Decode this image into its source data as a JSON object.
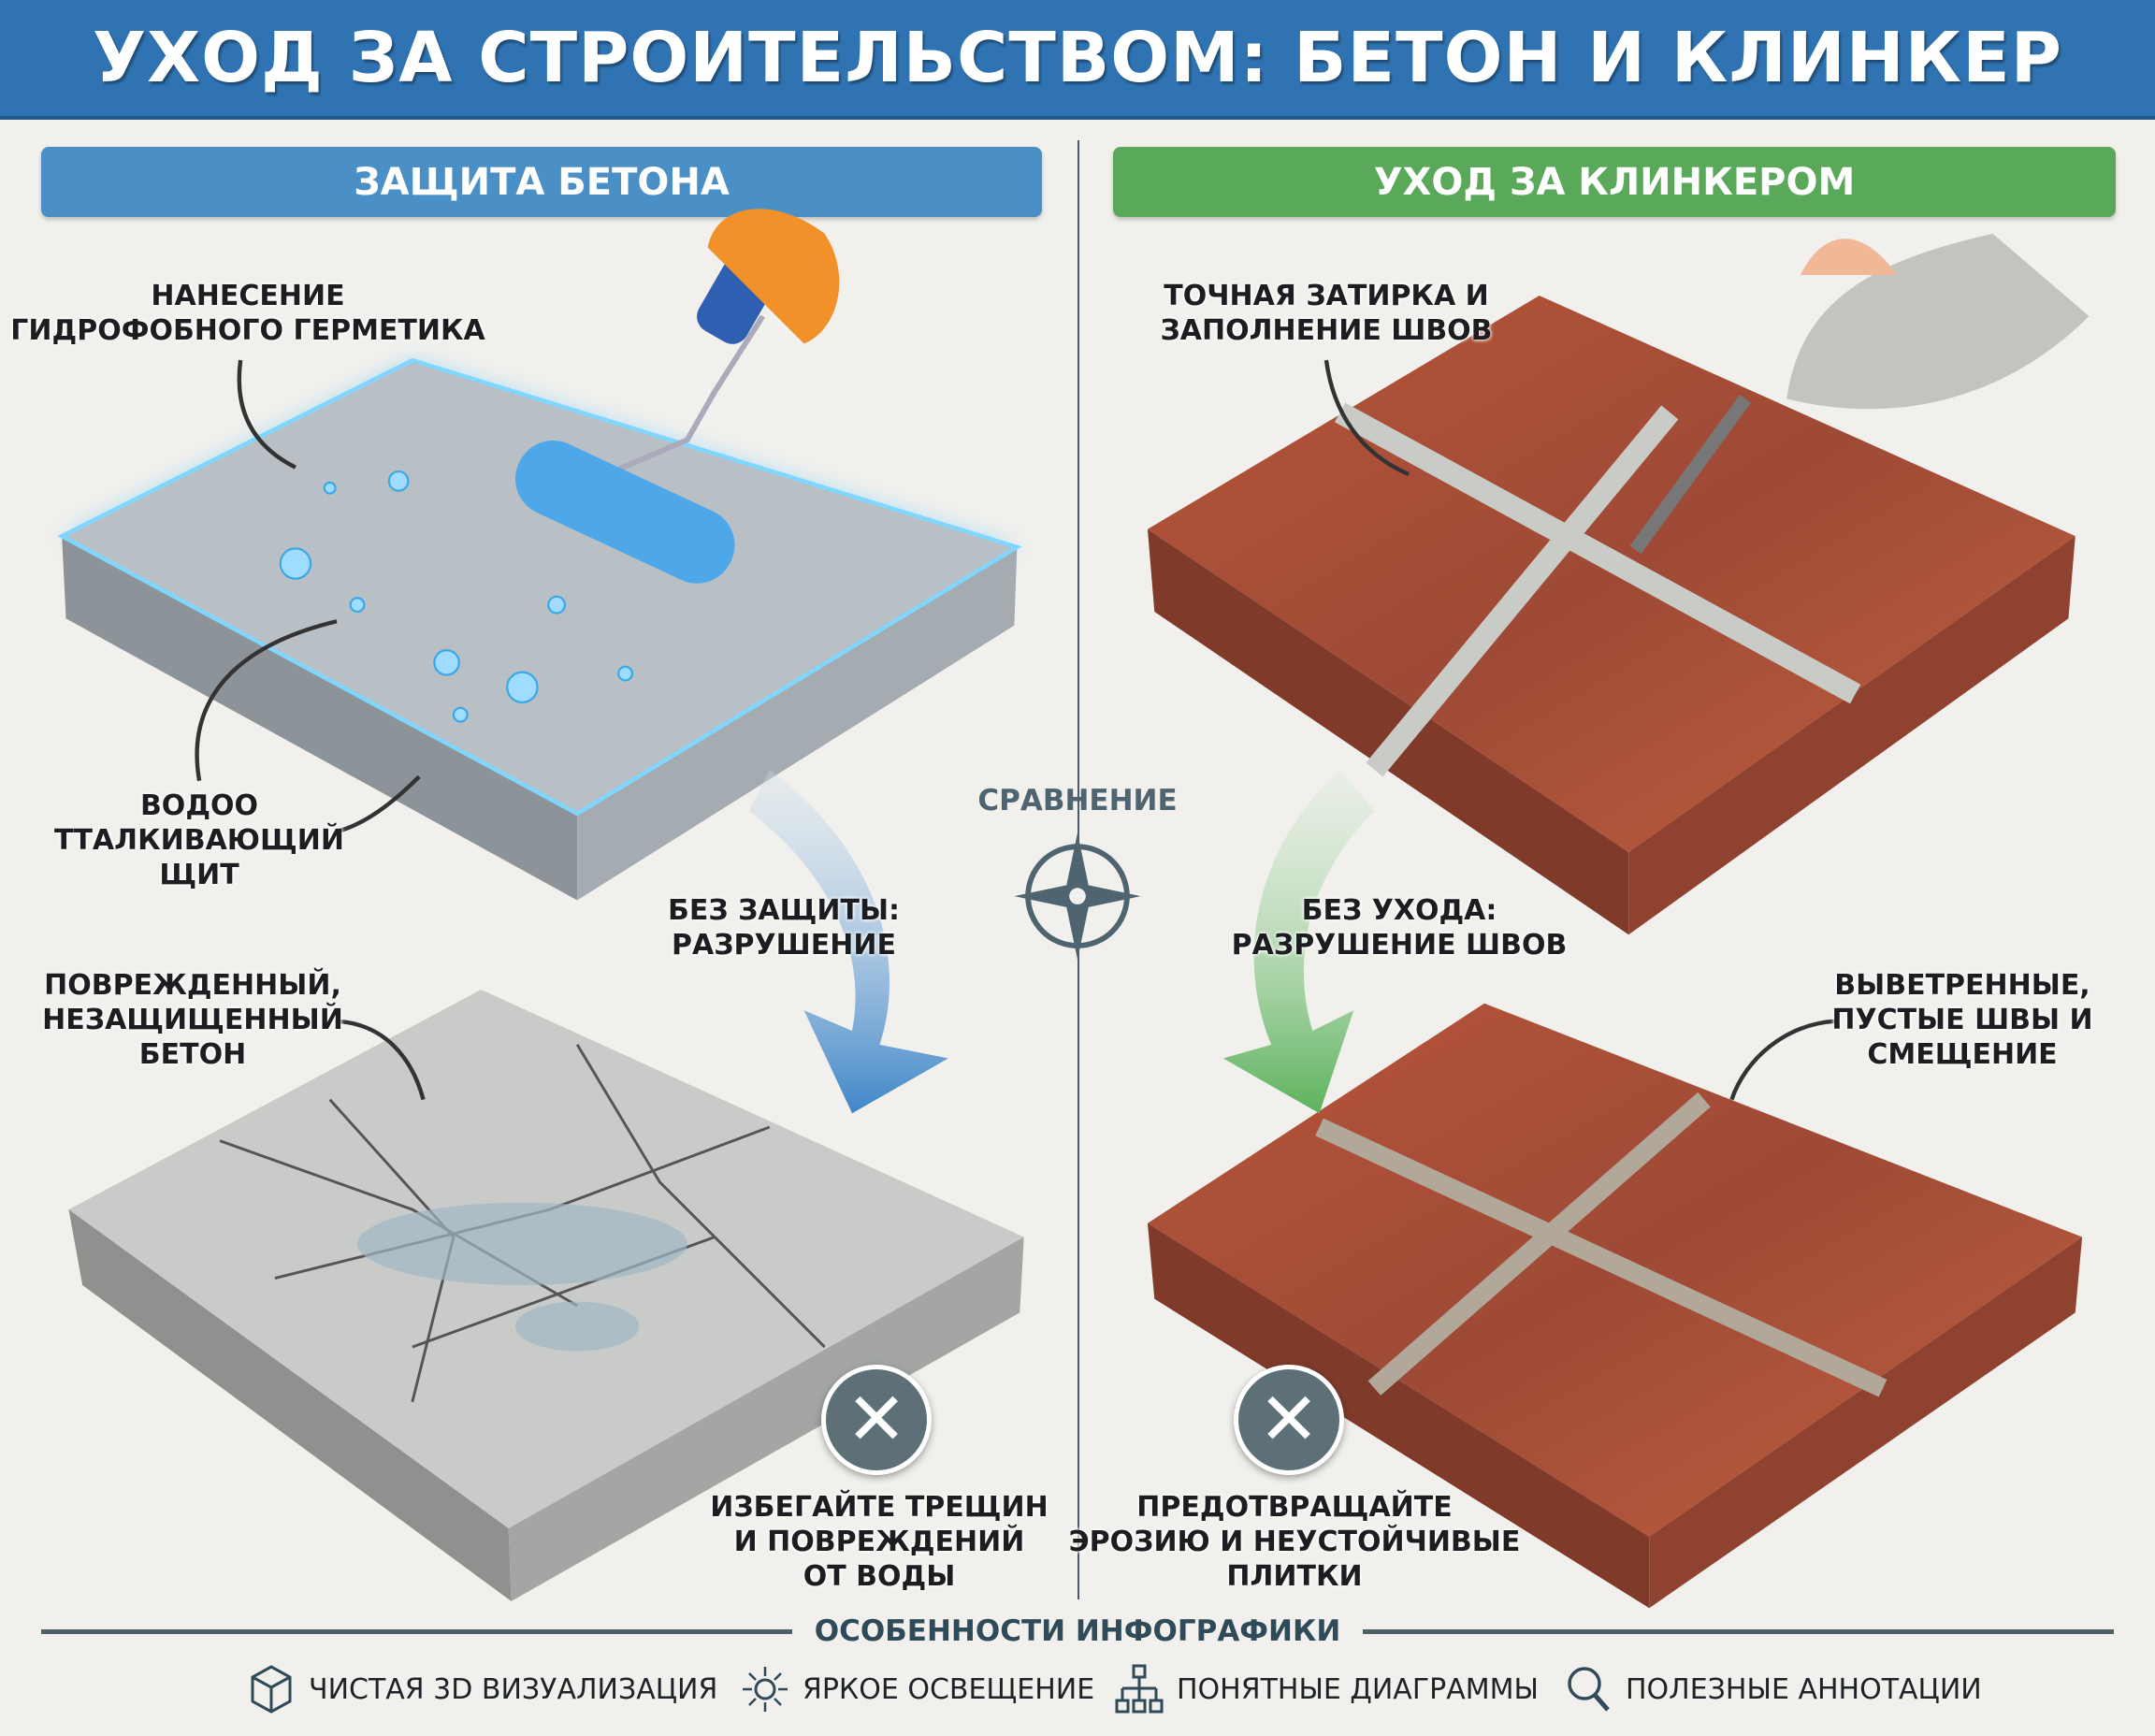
{
  "header": {
    "title": "УХОД ЗА СТРОИТЕЛЬСТВОМ: БЕТОН И КЛИНКЕР"
  },
  "left": {
    "label": "ЗАЩИТА БЕТОНА",
    "note_apply": "НАНЕСЕНИЕ\nГИДРОФОБНОГО ГЕРМЕТИКА",
    "note_shield": "ВОДОО\nТТАЛКИВАЮЩИЙ\nЩИТ",
    "note_no_protection": "БЕЗ ЗАЩИТЫ:\nРАЗРУШЕНИЕ",
    "note_damaged": "ПОВРЕЖДЕННЫЙ,\nНЕЗАЩИЩЕННЫЙ\nБЕТОН",
    "avoid": "ИЗБЕГАЙТЕ ТРЕЩИН\nИ ПОВРЕЖДЕНИЙ\nОТ ВОДЫ",
    "x_glyph": "✕"
  },
  "center": {
    "compare": "СРАВНЕНИЕ"
  },
  "right": {
    "label": "УХОД ЗА КЛИНКЕРОМ",
    "note_grout": "ТОЧНАЯ ЗАТИРКА И\nЗАПОЛНЕНИЕ ШВОВ",
    "note_no_care": "БЕЗ УХОДА:\nРАЗРУШЕНИЕ ШВОВ",
    "note_weathered": "ВЫВЕТРЕННЫЕ,\nПУСТЫЕ ШВЫ И\nСМЕЩЕНИЕ",
    "prevent": "ПРЕДОТВРАЩАЙТЕ\nЭРОЗИЮ И НЕУСТОЙЧИВЫЕ\nПЛИТКИ",
    "x_glyph": "✕"
  },
  "features": {
    "title": "ОСОБЕННОСТИ ИНФОГРАФИКИ",
    "items": [
      {
        "icon": "cube-icon",
        "label": "ЧИСТАЯ 3D ВИЗУАЛИЗАЦИЯ"
      },
      {
        "icon": "sun-icon",
        "label": "ЯРКОЕ ОСВЕЩЕНИЕ"
      },
      {
        "icon": "diagram-icon",
        "label": "ПОНЯТНЫЕ ДИАГРАММЫ"
      },
      {
        "icon": "magnifier-icon",
        "label": "ПОЛЕЗНЫЕ АННОТАЦИИ"
      }
    ]
  },
  "colors": {
    "header": "#2f73b2",
    "concrete_label": "#4a8fc6",
    "clinker_label": "#5aa85a",
    "brick": "#b3523a",
    "x_badge": "#5d7078"
  }
}
